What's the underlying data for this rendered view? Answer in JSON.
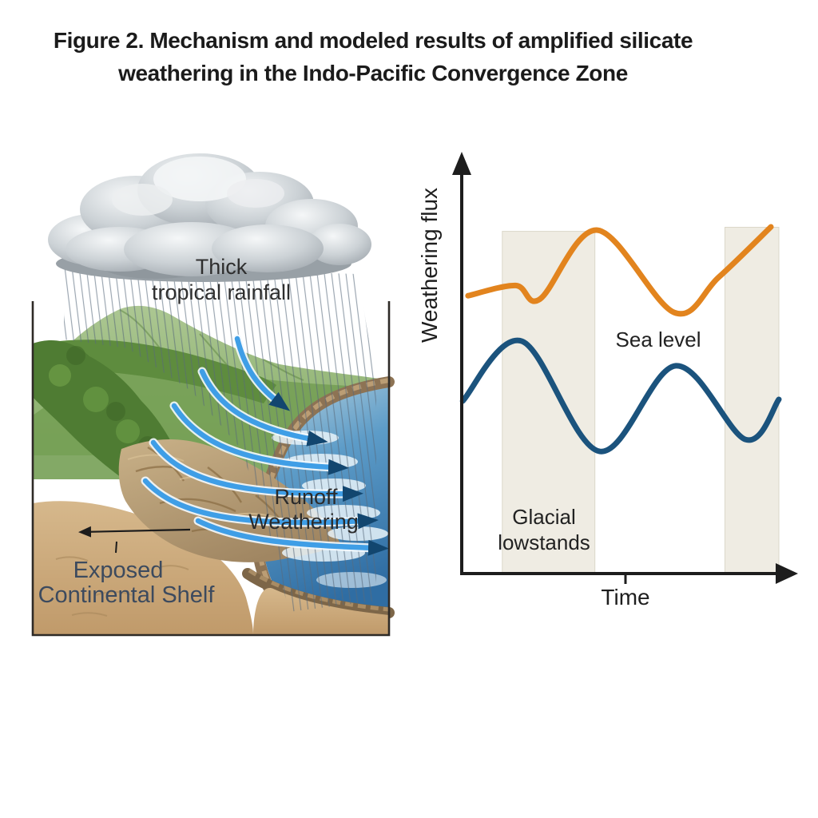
{
  "figure": {
    "title_line1": "Figure 2. Mechanism and modeled results of amplified silicate",
    "title_line2": "weathering in the Indo-Pacific Convergence Zone"
  },
  "illustration": {
    "rainfall_label": {
      "line1": "Thick",
      "line2": "tropical rainfall"
    },
    "runoff_label": {
      "line1": "Runoff",
      "line2": "Weathering"
    },
    "shelf_label": {
      "line1": "Exposed",
      "line2": "Continental Shelf"
    }
  },
  "colors": {
    "weathering_curve": "#e2841e",
    "sea_level_curve": "#1b537d",
    "glacial_band": "#efece3",
    "axis": "#1d1d1d",
    "runoff_arrow": "#3f9ee6",
    "runoff_arrowhead": "#12466f"
  },
  "chart_data": {
    "type": "line",
    "title": "",
    "xlabel": "Time",
    "ylabel": "Weathering flux",
    "x_axis": {
      "range": [
        0,
        1
      ],
      "ticks": [],
      "arrow": true
    },
    "y_axis": {
      "range": [
        0,
        1
      ],
      "ticks": [],
      "arrow": true
    },
    "grid": false,
    "legend": "none",
    "annotations": {
      "sea_level": "Sea level",
      "glacial_line1": "Glacial",
      "glacial_line2": "lowstands"
    },
    "series": [
      {
        "name": "Weathering flux",
        "color": "#e2841e",
        "x": [
          0.02,
          0.17,
          0.247,
          0.428,
          0.67,
          0.81,
          0.975
        ],
        "y": [
          0.678,
          0.703,
          0.67,
          0.838,
          0.637,
          0.723,
          0.846
        ]
      },
      {
        "name": "Sea level",
        "color": "#1b537d",
        "x": [
          0.003,
          0.19,
          0.435,
          0.675,
          0.895,
          1.0
        ],
        "y": [
          0.421,
          0.567,
          0.298,
          0.507,
          0.327,
          0.425
        ]
      }
    ],
    "shaded_bands": {
      "label": "Glacial lowstands",
      "color": "#efece3",
      "edge_color": "#dbd7c9",
      "ranges": [
        {
          "x0": 0.128,
          "x1": 0.42,
          "top": 0.835
        },
        {
          "x0": 0.83,
          "x1": 1.0,
          "top": 0.845
        }
      ]
    }
  }
}
